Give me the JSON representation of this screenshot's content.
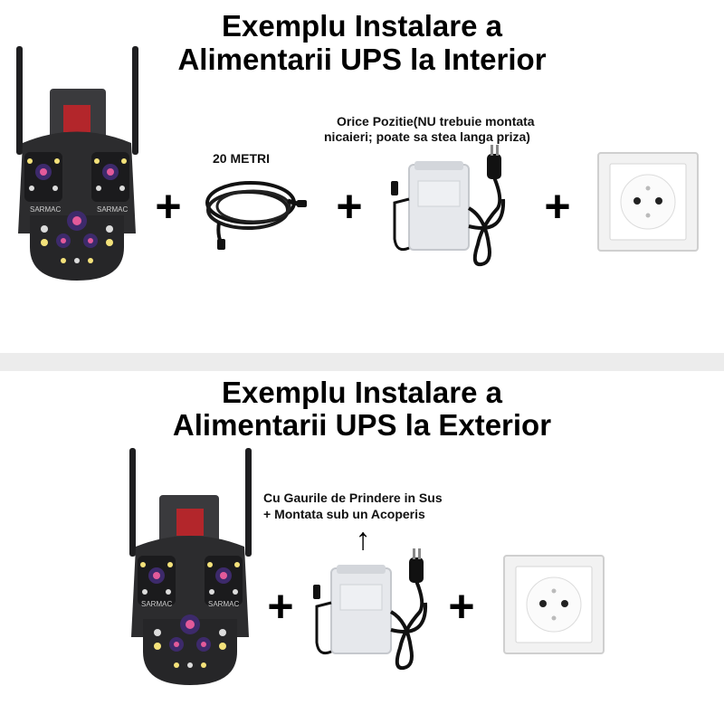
{
  "section_interior": {
    "title_line1": "Exemplu Instalare a",
    "title_line2": "Alimentarii UPS la Interior",
    "cable_label": "20 METRI",
    "ups_note_line1": "Orice Pozitie(NU trebuie montata",
    "ups_note_line2": "nicaieri; poate sa stea langa priza)",
    "camera_brand": "SARMAC",
    "plus_sign": "+"
  },
  "section_exterior": {
    "title_line1": "Exemplu Instalare a",
    "title_line2": "Alimentarii UPS la Exterior",
    "ups_note_line1": "Cu Gaurile de Prindere in Sus",
    "ups_note_line2": "+ Montata sub un Acoperis",
    "arrow_symbol": "↑",
    "camera_brand": "SARMAC",
    "plus_sign": "+"
  },
  "colors": {
    "camera_body": "#2c2c2e",
    "camera_red_panel": "#b3262b",
    "ups_body": "#e6e8ec",
    "socket_frame": "#f2f2f2",
    "divider": "#ececec"
  }
}
